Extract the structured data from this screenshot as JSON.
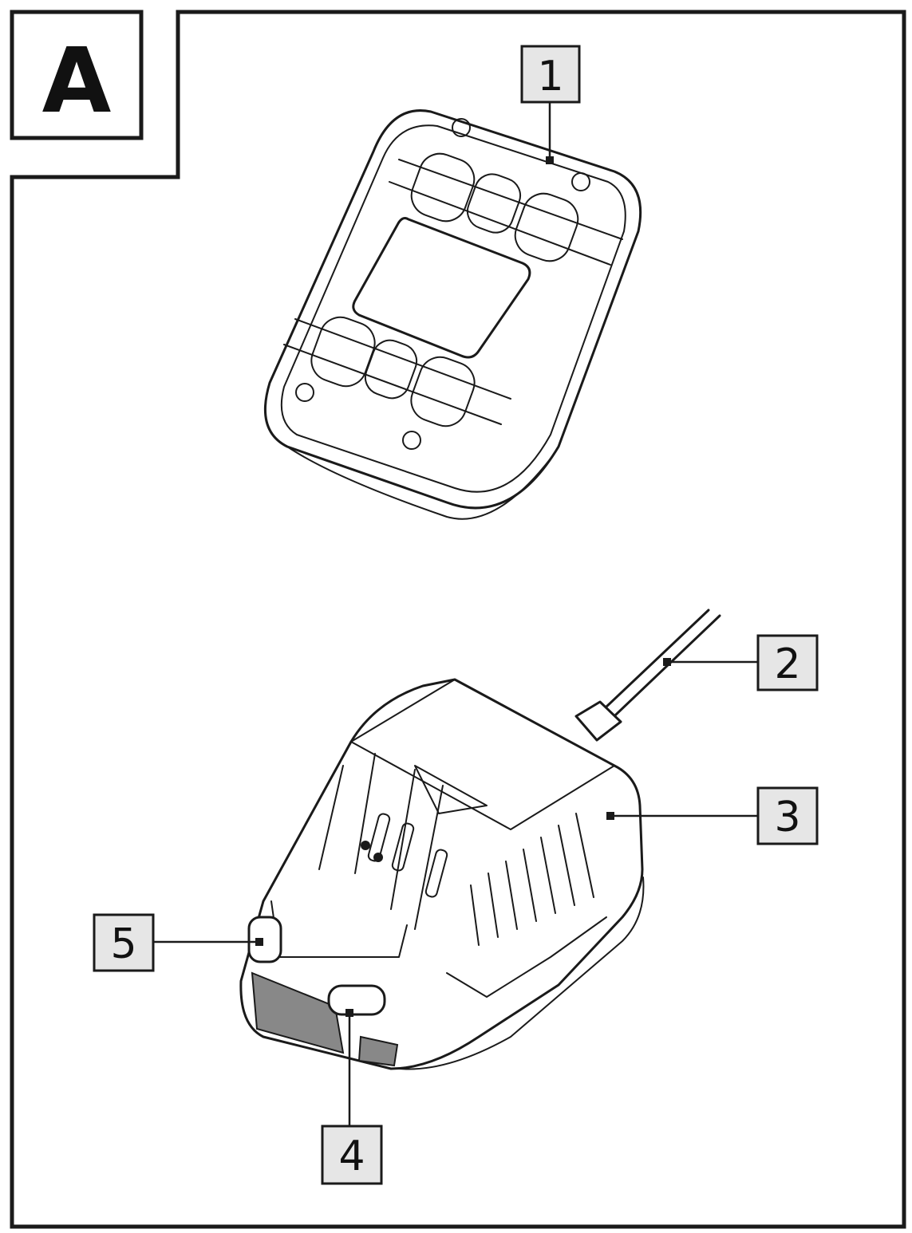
{
  "figure": {
    "panel_label": "A",
    "callouts": [
      {
        "number": "1",
        "part": "battery"
      },
      {
        "number": "2",
        "part": "power-cord"
      },
      {
        "number": "3",
        "part": "charger-body"
      },
      {
        "number": "4",
        "part": "indicator-lamp-front"
      },
      {
        "number": "5",
        "part": "indicator-lamp-side"
      }
    ]
  },
  "colors": {
    "line": "#1a1a1a",
    "label_fill": "#e6e6e6",
    "background": "#ffffff"
  }
}
